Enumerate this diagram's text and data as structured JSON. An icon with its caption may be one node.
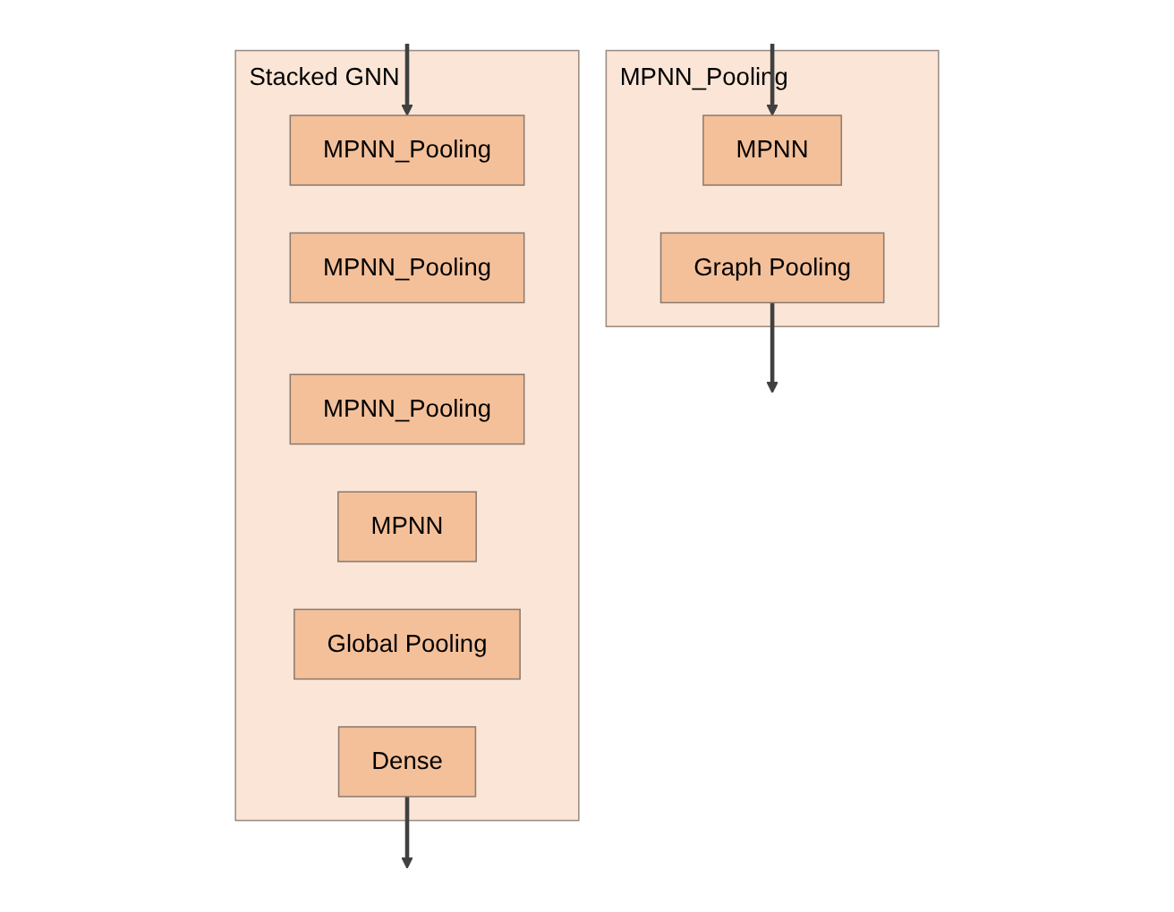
{
  "diagram": {
    "nodes": [
      {
        "text": [
          "MPNN_Pooling"
        ]
      },
      {
        "text": [
          "MPNN"
        ],
        "in": 0
      },
      {
        "text": [
          "Graph Pooling"
        ],
        "in": 0
      },
      {
        "text": [
          "Stacked GNN"
        ]
      },
      {
        "text": [
          "MPNN_Pooling"
        ],
        "in": 3
      },
      {
        "text": [
          "MPNN_Pooling"
        ],
        "in": 3
      },
      {
        "text": [
          "MPNN_Pooling"
        ],
        "in": 3
      },
      {
        "text": [
          "MPNN"
        ],
        "in": 3
      },
      {
        "text": [
          "Global Pooling"
        ],
        "in": 3
      },
      {
        "text": [
          "Dense"
        ],
        "in": 3
      }
    ],
    "edges": [
      {
        "from": null,
        "to": 1,
        "arrow": "to"
      },
      {
        "from": 2,
        "to": null,
        "arrow": "to"
      },
      {
        "from": null,
        "to": 4,
        "arrow": "to"
      },
      {
        "from": 9,
        "to": null,
        "arrow": "to"
      }
    ]
  }
}
